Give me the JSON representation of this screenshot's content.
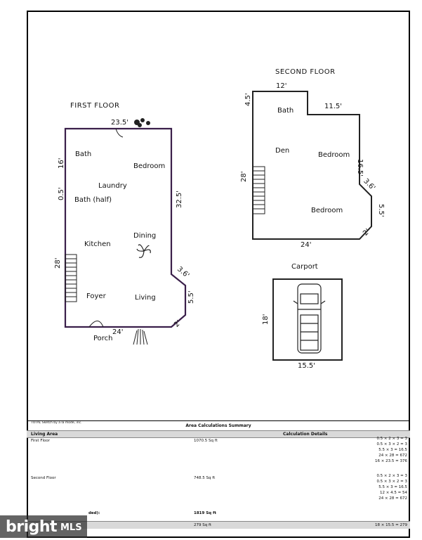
{
  "first_floor": {
    "title": "FIRST FLOOR",
    "rooms": [
      "Bath",
      "Bedroom",
      "Laundry",
      "Bath (half)",
      "Kitchen",
      "Dining",
      "Foyer",
      "Living",
      "Porch"
    ],
    "dims": [
      "23.5'",
      "16'",
      "0.5'",
      "32.5'",
      "28'",
      "3.6'",
      "5.5'",
      "2'",
      "24'"
    ]
  },
  "second_floor": {
    "title": "SECOND FLOOR",
    "rooms": [
      "Bath",
      "Den",
      "Bedroom",
      "Bedroom"
    ],
    "dims": [
      "12'",
      "4.5'",
      "11.5'",
      "16.5'",
      "28'",
      "3.6'",
      "5.5'",
      "2'",
      "24'"
    ]
  },
  "carport": {
    "title": "Carport",
    "dims": [
      "18'",
      "15.5'"
    ]
  },
  "summary": {
    "credit": "TOTAL Sketch by a la mode, inc.",
    "title": "Area Calculations Summary",
    "header_left": "Living Area",
    "header_right": "Calculation Details",
    "rows": [
      {
        "name": "First Floor",
        "area": "1070.5 Sq ft",
        "calcs": [
          "0.5 × 2 × 3  =  3",
          "0.5 × 3 × 2  =  3",
          "5.5 × 3  =  16.5",
          "24 × 28  =  672",
          "16 × 23.5  =  376"
        ]
      },
      {
        "name": "Second Floor",
        "area": "748.5 Sq ft",
        "calcs": [
          "0.5 × 2 × 3  =  3",
          "0.5 × 3 × 2  =  3",
          "5.5 × 3  =  16.5",
          "12 × 4.5  =  54",
          "24 × 28  =  672"
        ]
      }
    ],
    "total_label": "ded):",
    "total_value": "1819 Sq ft",
    "carport_area": "279 Sq ft",
    "carport_calc": "18 × 15.5  =  279"
  },
  "watermark": {
    "brand": "bright",
    "suffix": "MLS"
  }
}
